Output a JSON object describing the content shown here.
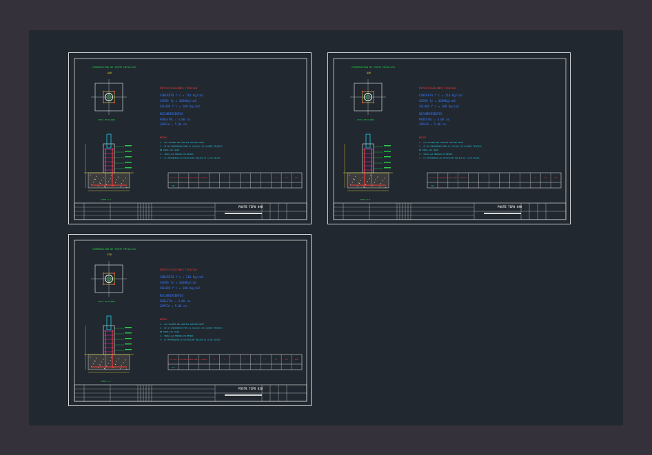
{
  "colors": {
    "background": "#34313a",
    "viewport": "#212830",
    "frame": "#d8d8d8",
    "green": "#2bd64a",
    "red": "#ff3b3b",
    "magenta": "#e02aa8",
    "cyan": "#27d0e8",
    "blue": "#3a7bff",
    "yellow": "#f0e23a",
    "white": "#e8e8e8"
  },
  "sheets": [
    {
      "id": "sheet-a",
      "top_title": "CIMENTACION DE POSTE METALICO",
      "top_sub": "A40",
      "plan_label": "VISTA EN PLANTA",
      "section_label": "CORTE A-A",
      "spec_title": "ESPECIFICACIONES TECNICAS",
      "spec_lines": [
        "CONCRETO  f'c = 210 Kg/cm2",
        "  ACERO    fy = 4200Kg/cm2",
        "SOLADO   f'c = 100 Kg/cm2"
      ],
      "cover_title": "RECUBRIMIENTOS",
      "cover_lines": [
        "PEDESTAL    = 4.00 cm.",
        "ZAPATA      = 5.00 cm."
      ],
      "notes_title": "NOTAS",
      "notes": [
        "1.- LOS VALORES DEL GRAFICO SON POR POSTE",
        "2.- SE HA CONSIDERADO PARA EL CALCULO LOS VALORES TECNICOS",
        "    EN TODOS LOS CASOS",
        "3.- TODAS LAS MEDIDAS EN METROS",
        "4.- LA PROFUNDIDAD DE EXCAVACION INCLUYE 10 cm DE SOLADO"
      ],
      "table_headers": [
        "TIPO POSTE",
        "ALTURA MONTAJE",
        "CARGA TRABAJO",
        "DIMENSION",
        "A",
        "B",
        "C",
        "D",
        "E",
        "F",
        "VOL",
        "PESO",
        "ACERO"
      ],
      "table_row": [
        "A40",
        "-",
        "-",
        "-",
        "-",
        "-",
        "-",
        "-",
        "-",
        "-",
        "-",
        "-",
        "-"
      ],
      "block_title": "POSTE TIPO A40"
    },
    {
      "id": "sheet-b",
      "top_title": "CIMENTACION DE POSTE METALICO",
      "top_sub": "A40",
      "plan_label": "VISTA EN PLANTA",
      "section_label": "CORTE B-B",
      "spec_title": "ESPECIFICACIONES TECNICAS",
      "spec_lines": [
        "CONCRETO  f'c = 210 Kg/cm2",
        "  ACERO    fy = 4200Kg/cm2",
        "SOLADO   f'c = 100 Kg/cm2"
      ],
      "cover_title": "RECUBRIMIENTOS",
      "cover_lines": [
        "PEDESTAL    = 4.00 cm.",
        "ZAPATA      = 5.00 cm."
      ],
      "notes_title": "NOTAS",
      "notes": [
        "1.- LOS VALORES DEL GRAFICO SON POR POSTE",
        "2.- SE HA CONSIDERADO PARA EL CALCULO LOS VALORES TECNICOS",
        "    EN TODOS LOS CASOS",
        "3.- TODAS LAS MEDIDAS EN METROS",
        "4.- LA PROFUNDIDAD DE EXCAVACION INCLUYE 10 cm DE SOLADO"
      ],
      "table_headers": [
        "TIPO POSTE",
        "ALTURA MONTAJE",
        "CARGA TRABAJO",
        "DIMENSION",
        "A",
        "B",
        "C",
        "D",
        "E",
        "F",
        "VOL",
        "PESO",
        "ACERO"
      ],
      "table_row": [
        "A40",
        "-",
        "-",
        "-",
        "-",
        "-",
        "-",
        "-",
        "-",
        "-",
        "-",
        "-",
        "-"
      ],
      "block_title": "POSTE TIPO A40"
    },
    {
      "id": "sheet-c",
      "top_title": "CIMENTACION DE POSTE METALICO",
      "top_sub": "E18",
      "plan_label": "VISTA EN PLANTA",
      "section_label": "CORTE C-C",
      "spec_title": "ESPECIFICACIONES TECNICAS",
      "spec_lines": [
        "CONCRETO  f'c = 210 Kg/cm2",
        "  ACERO    fy = 4200Kg/cm2",
        "SOLADO   f'c = 100 Kg/cm2"
      ],
      "cover_title": "RECUBRIMIENTOS",
      "cover_lines": [
        "PEDESTAL    = 4.00 cm.",
        "ZAPATA      = 5.00 cm."
      ],
      "notes_title": "NOTAS",
      "notes": [
        "1.- LOS VALORES DEL GRAFICO SON POR POSTE",
        "2.- SE HA CONSIDERADO PARA EL CALCULO LOS VALORES TECNICOS",
        "    EN TODOS LOS CASOS",
        "3.- TODAS LAS MEDIDAS EN METROS",
        "4.- LA PROFUNDIDAD DE EXCAVACION INCLUYE 10 cm DE SOLADO"
      ],
      "table_headers": [
        "TIPO POSTE",
        "ALTURA MONTAJE",
        "CARGA TRABAJO",
        "DIMENSION",
        "A",
        "B",
        "C",
        "D",
        "E",
        "F",
        "VOL",
        "PESO",
        "ACERO"
      ],
      "table_row": [
        "E18",
        "-",
        "-",
        "-",
        "-",
        "-",
        "-",
        "-",
        "-",
        "-",
        "-",
        "-",
        "-"
      ],
      "block_title": "POSTE TIPO E18"
    }
  ]
}
